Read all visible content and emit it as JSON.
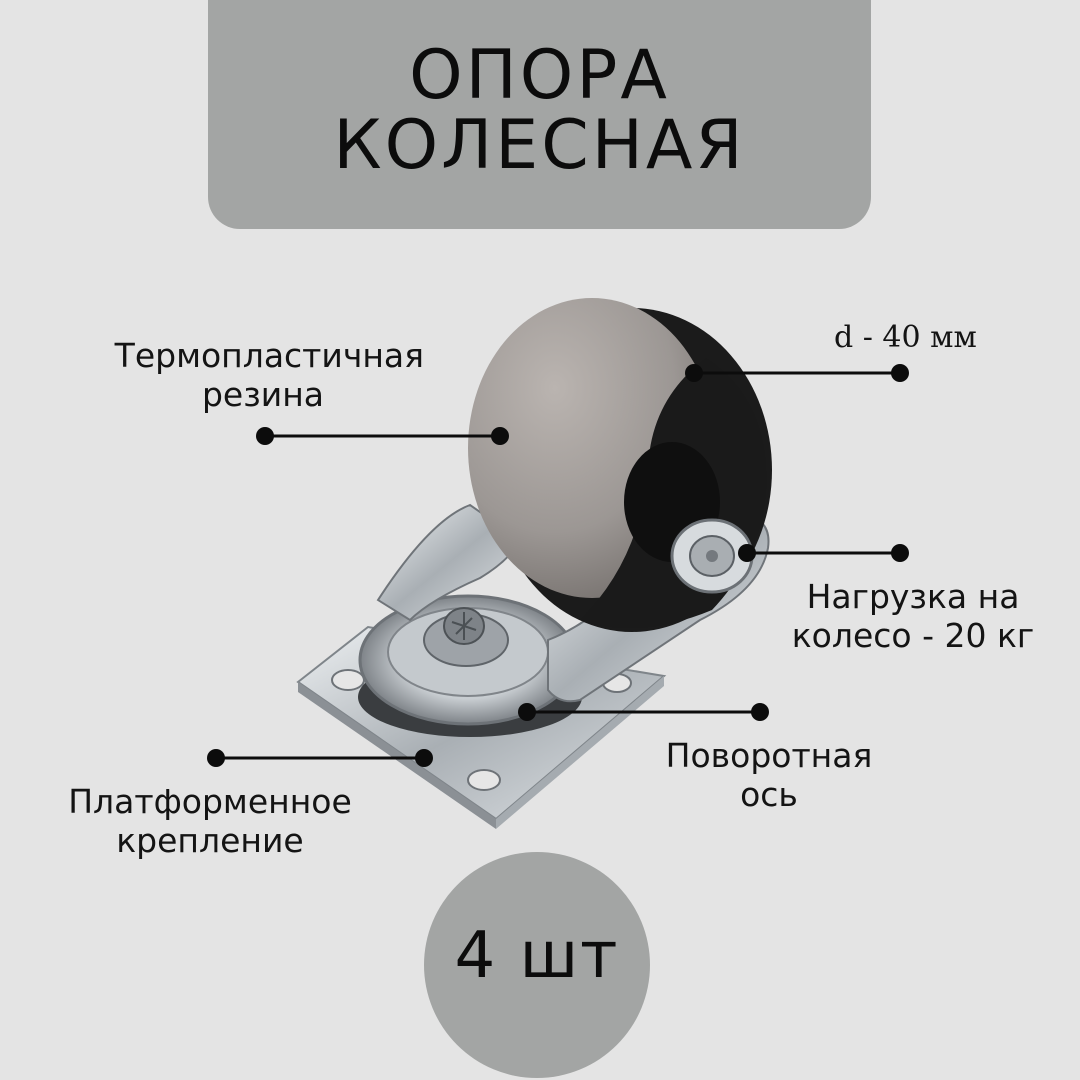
{
  "title": {
    "line1": "ОПОРА",
    "line2": "КОЛЕСНАЯ"
  },
  "labels": {
    "rubber": {
      "line1": "Термопластичная",
      "line2": "резина"
    },
    "diameter": {
      "text": "d - 40 мм"
    },
    "load": {
      "line1": "Нагрузка на",
      "line2": "колесо - 20 кг"
    },
    "axis": {
      "line1": "Поворотная",
      "line2": "ось"
    },
    "mount": {
      "line1": "Платформенное",
      "line2": "крепление"
    }
  },
  "quantity": {
    "text": "4 шт"
  },
  "colors": {
    "background": "#e4e4e4",
    "panel": "#a3a5a4",
    "text": "#141414",
    "callout": "#0c0c0c",
    "wheel_tread": "#9c9794",
    "wheel_hub": "#1b1b1b",
    "metal": "#b9bec2"
  }
}
